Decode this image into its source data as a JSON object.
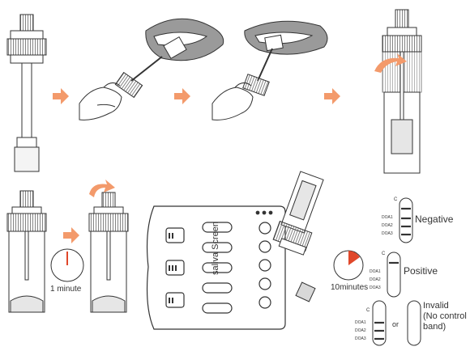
{
  "timers": {
    "first": "1 minute",
    "second": "10minutes"
  },
  "device": {
    "brand": "saliva Screen"
  },
  "results": {
    "negative": "Negative",
    "positive": "Positive",
    "invalid": "Invalid\n(No control\nband)",
    "or": "or",
    "control_mark": "C",
    "bands": [
      "DOA1",
      "DOA2",
      "DOA3"
    ]
  },
  "colors": {
    "arrow": "#f39a6b",
    "timer_hand": "#e0472a",
    "outline": "#333333",
    "fill_gray": "#e6e6e6"
  }
}
